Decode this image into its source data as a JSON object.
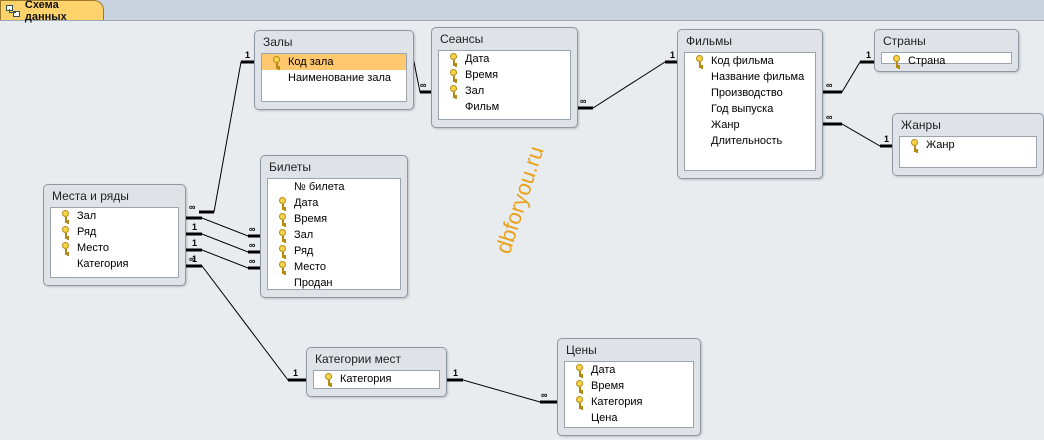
{
  "tab": {
    "title": "Схема данных"
  },
  "watermark": "dbforyou.ru",
  "tables": {
    "zaly": {
      "title": "Залы",
      "fields": [
        {
          "name": "Код зала",
          "key": true,
          "selected": true
        },
        {
          "name": "Наименование зала",
          "key": false
        }
      ]
    },
    "seansy": {
      "title": "Сеансы",
      "fields": [
        {
          "name": "Дата",
          "key": true
        },
        {
          "name": "Время",
          "key": true
        },
        {
          "name": "Зал",
          "key": true
        },
        {
          "name": "Фильм",
          "key": false
        }
      ]
    },
    "filmy": {
      "title": "Фильмы",
      "fields": [
        {
          "name": "Код фильма",
          "key": true
        },
        {
          "name": "Название фильма",
          "key": false
        },
        {
          "name": "Производство",
          "key": false
        },
        {
          "name": "Год выпуска",
          "key": false
        },
        {
          "name": "Жанр",
          "key": false
        },
        {
          "name": "Длительность",
          "key": false
        }
      ]
    },
    "strany": {
      "title": "Страны",
      "fields": [
        {
          "name": "Страна",
          "key": true
        }
      ]
    },
    "zhanry": {
      "title": "Жанры",
      "fields": [
        {
          "name": "Жанр",
          "key": true
        }
      ]
    },
    "bilety": {
      "title": "Билеты",
      "fields": [
        {
          "name": "№ билета",
          "key": false
        },
        {
          "name": "Дата",
          "key": true
        },
        {
          "name": "Время",
          "key": true
        },
        {
          "name": "Зал",
          "key": true
        },
        {
          "name": "Ряд",
          "key": true
        },
        {
          "name": "Место",
          "key": true
        },
        {
          "name": "Продан",
          "key": false
        }
      ]
    },
    "mesta": {
      "title": "Места и ряды",
      "fields": [
        {
          "name": "Зал",
          "key": true
        },
        {
          "name": "Ряд",
          "key": true
        },
        {
          "name": "Место",
          "key": true
        },
        {
          "name": "Категория",
          "key": false
        }
      ]
    },
    "kategorii": {
      "title": "Категории мест",
      "fields": [
        {
          "name": "Категория",
          "key": true
        }
      ]
    },
    "tseny": {
      "title": "Цены",
      "fields": [
        {
          "name": "Дата",
          "key": true
        },
        {
          "name": "Время",
          "key": true
        },
        {
          "name": "Категория",
          "key": true
        },
        {
          "name": "Цена",
          "key": false
        }
      ]
    }
  },
  "cardinality": {
    "one": "1",
    "many": "∞"
  }
}
